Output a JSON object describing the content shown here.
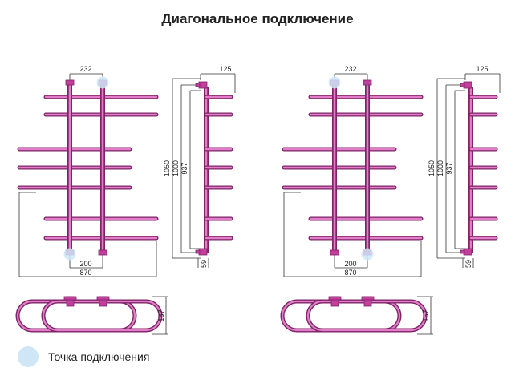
{
  "title": "Диагональное подключение",
  "legend": {
    "label": "Точка подключения"
  },
  "dimensions": {
    "top_spacing": "232",
    "depth": "125",
    "height_outer": "1050",
    "height_mid": "1000",
    "height_inner": "937",
    "bottom_offset": "59",
    "bottom_spacing": "200",
    "width": "870",
    "bottom_depth": "167"
  },
  "colors": {
    "pipe": "#c2409c",
    "pipe_dark": "#7d2466",
    "connection_point": "#cfe6f7",
    "dimension_line": "#333333"
  }
}
